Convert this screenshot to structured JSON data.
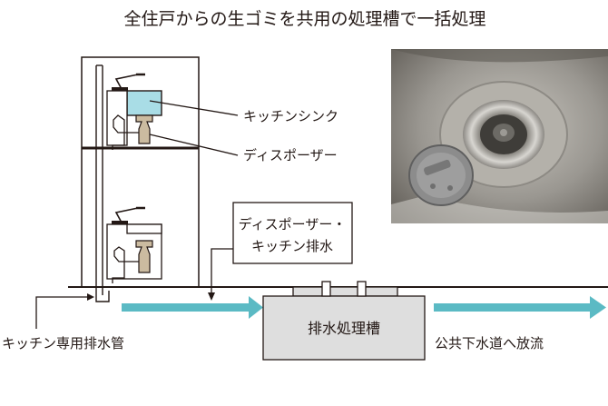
{
  "title": "全住戸からの生ゴミを共用の処理槽で一括処理",
  "labels": {
    "kitchen_sink": "キッチンシンク",
    "disposer": "ディスポーザー",
    "drain_line1": "ディスポーザー・",
    "drain_line2": "キッチン排水",
    "tank": "排水処理槽",
    "pipe": "キッチン専用排水管",
    "discharge": "公共下水道へ放流"
  },
  "colors": {
    "flow_arrow": "#5bbac4",
    "water": "#a9dde6",
    "disposer_unit": "#cbbba0",
    "tank_fill": "#dedede"
  },
  "photo": {
    "icon": "sink-drain-photo"
  }
}
